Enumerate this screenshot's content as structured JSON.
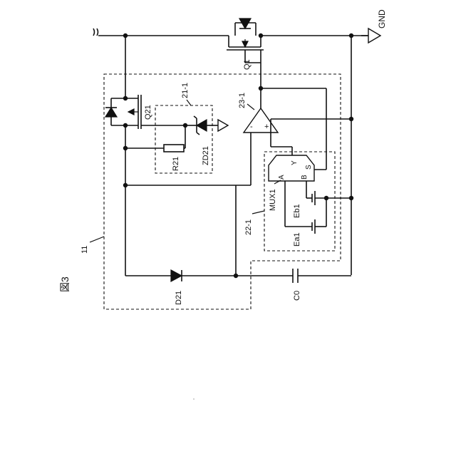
{
  "figure": {
    "label": "図3"
  },
  "labels": {
    "gnd": "GND",
    "q1": "Q1",
    "q21": "Q21",
    "block_11": "11",
    "block_21_1": "21-1",
    "block_22_1": "22-1",
    "amp_23_1": "23-1",
    "zd21": "ZD21",
    "r21": "R21",
    "d21": "D21",
    "c0": "C0",
    "mux1": "MUX1",
    "eb1": "Eb1",
    "ea1": "Ea1",
    "mux_a": "A",
    "mux_b": "B",
    "mux_y": "Y",
    "mux_s": "S",
    "amp_minus": "-",
    "amp_plus": "+"
  }
}
